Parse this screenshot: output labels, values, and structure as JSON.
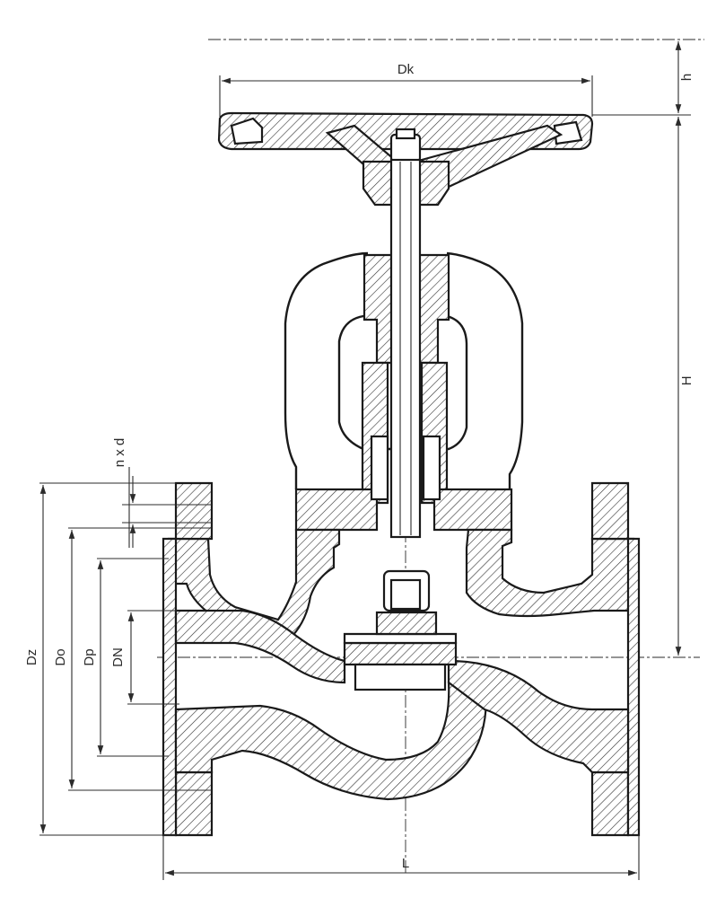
{
  "labels": {
    "dk": "Dk",
    "h_small": "h",
    "h_big": "H",
    "nxd": "n x d",
    "dz": "Dz",
    "do": "Do",
    "dp": "Dp",
    "dn": "DN",
    "l": "L"
  },
  "colors": {
    "line": "#1a1a1a",
    "background": "#ffffff"
  }
}
